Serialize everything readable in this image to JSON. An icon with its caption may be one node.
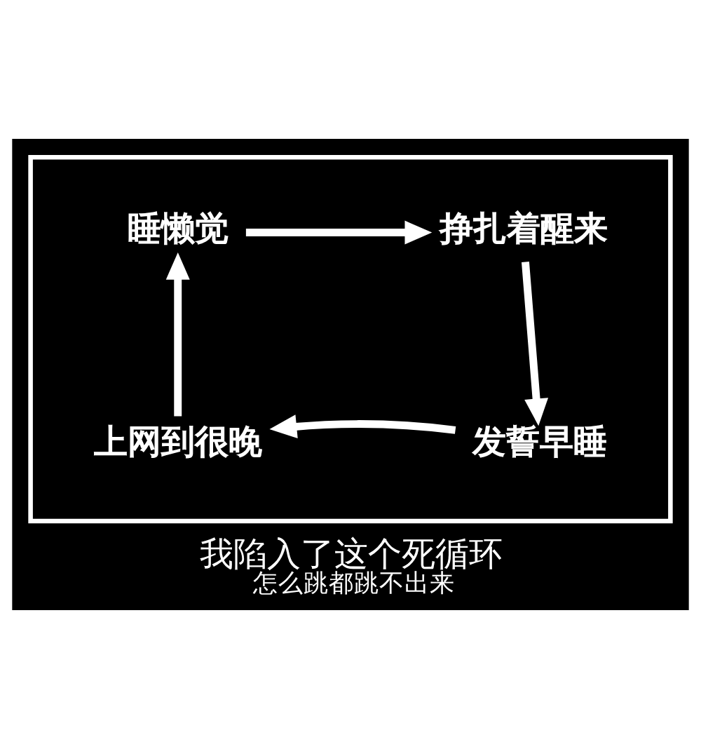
{
  "diagram": {
    "title": "我陷入了这个死循环",
    "caption": "怎么跳都跳不出来",
    "nodes": [
      {
        "text": [],
        "shape": "box"
      },
      {
        "text": [
          "睡懒觉"
        ],
        "in": 0
      },
      {
        "text": [
          "挣扎着醒来"
        ],
        "in": 0
      },
      {
        "text": [
          "发誓早睡"
        ],
        "in": 0
      },
      {
        "text": [
          "上网到很晚"
        ],
        "in": 0
      }
    ],
    "edges": [
      {
        "from": 1,
        "to": 2,
        "arrow": "to"
      },
      {
        "from": 2,
        "to": 3,
        "arrow": "to"
      },
      {
        "from": 3,
        "to": 4,
        "arrow": "to"
      },
      {
        "from": 4,
        "to": 1,
        "arrow": "to"
      }
    ]
  }
}
